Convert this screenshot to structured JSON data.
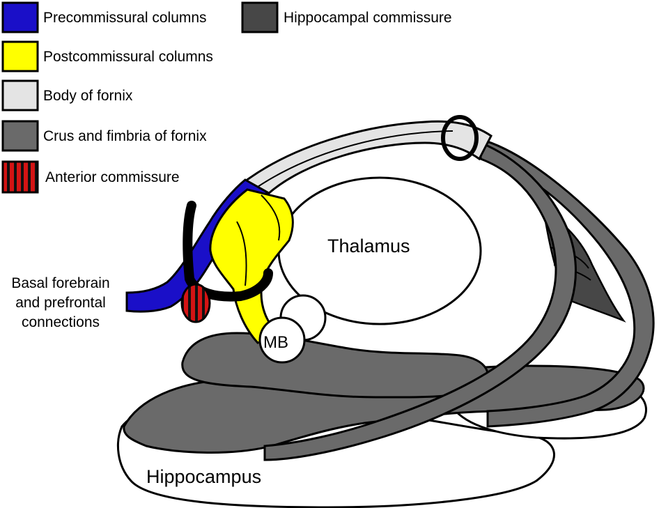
{
  "legend": {
    "items": [
      {
        "key": "precommissural",
        "label": "Precommissural columns",
        "color": "#1a0fc8"
      },
      {
        "key": "hippocampal_commissure",
        "label": "Hippocampal commissure",
        "color": "#474747"
      },
      {
        "key": "postcommissural",
        "label": "Postcommissural columns",
        "color": "#ffff00"
      },
      {
        "key": "body",
        "label": "Body of fornix",
        "color": "#e4e4e4"
      },
      {
        "key": "crus_fimbria",
        "label": "Crus and fimbria of fornix",
        "color": "#6a6a6a"
      },
      {
        "key": "anterior_commissure",
        "label": "Anterior commissure",
        "color": "#d41414",
        "pattern": "red-black-vertical-stripes"
      }
    ]
  },
  "structures": {
    "thalamus": "Thalamus",
    "mb": "MB",
    "hippocampus": "Hippocampus"
  },
  "connections_label": {
    "line1": "Basal forebrain",
    "line2": "and prefrontal",
    "line3": "connections"
  }
}
